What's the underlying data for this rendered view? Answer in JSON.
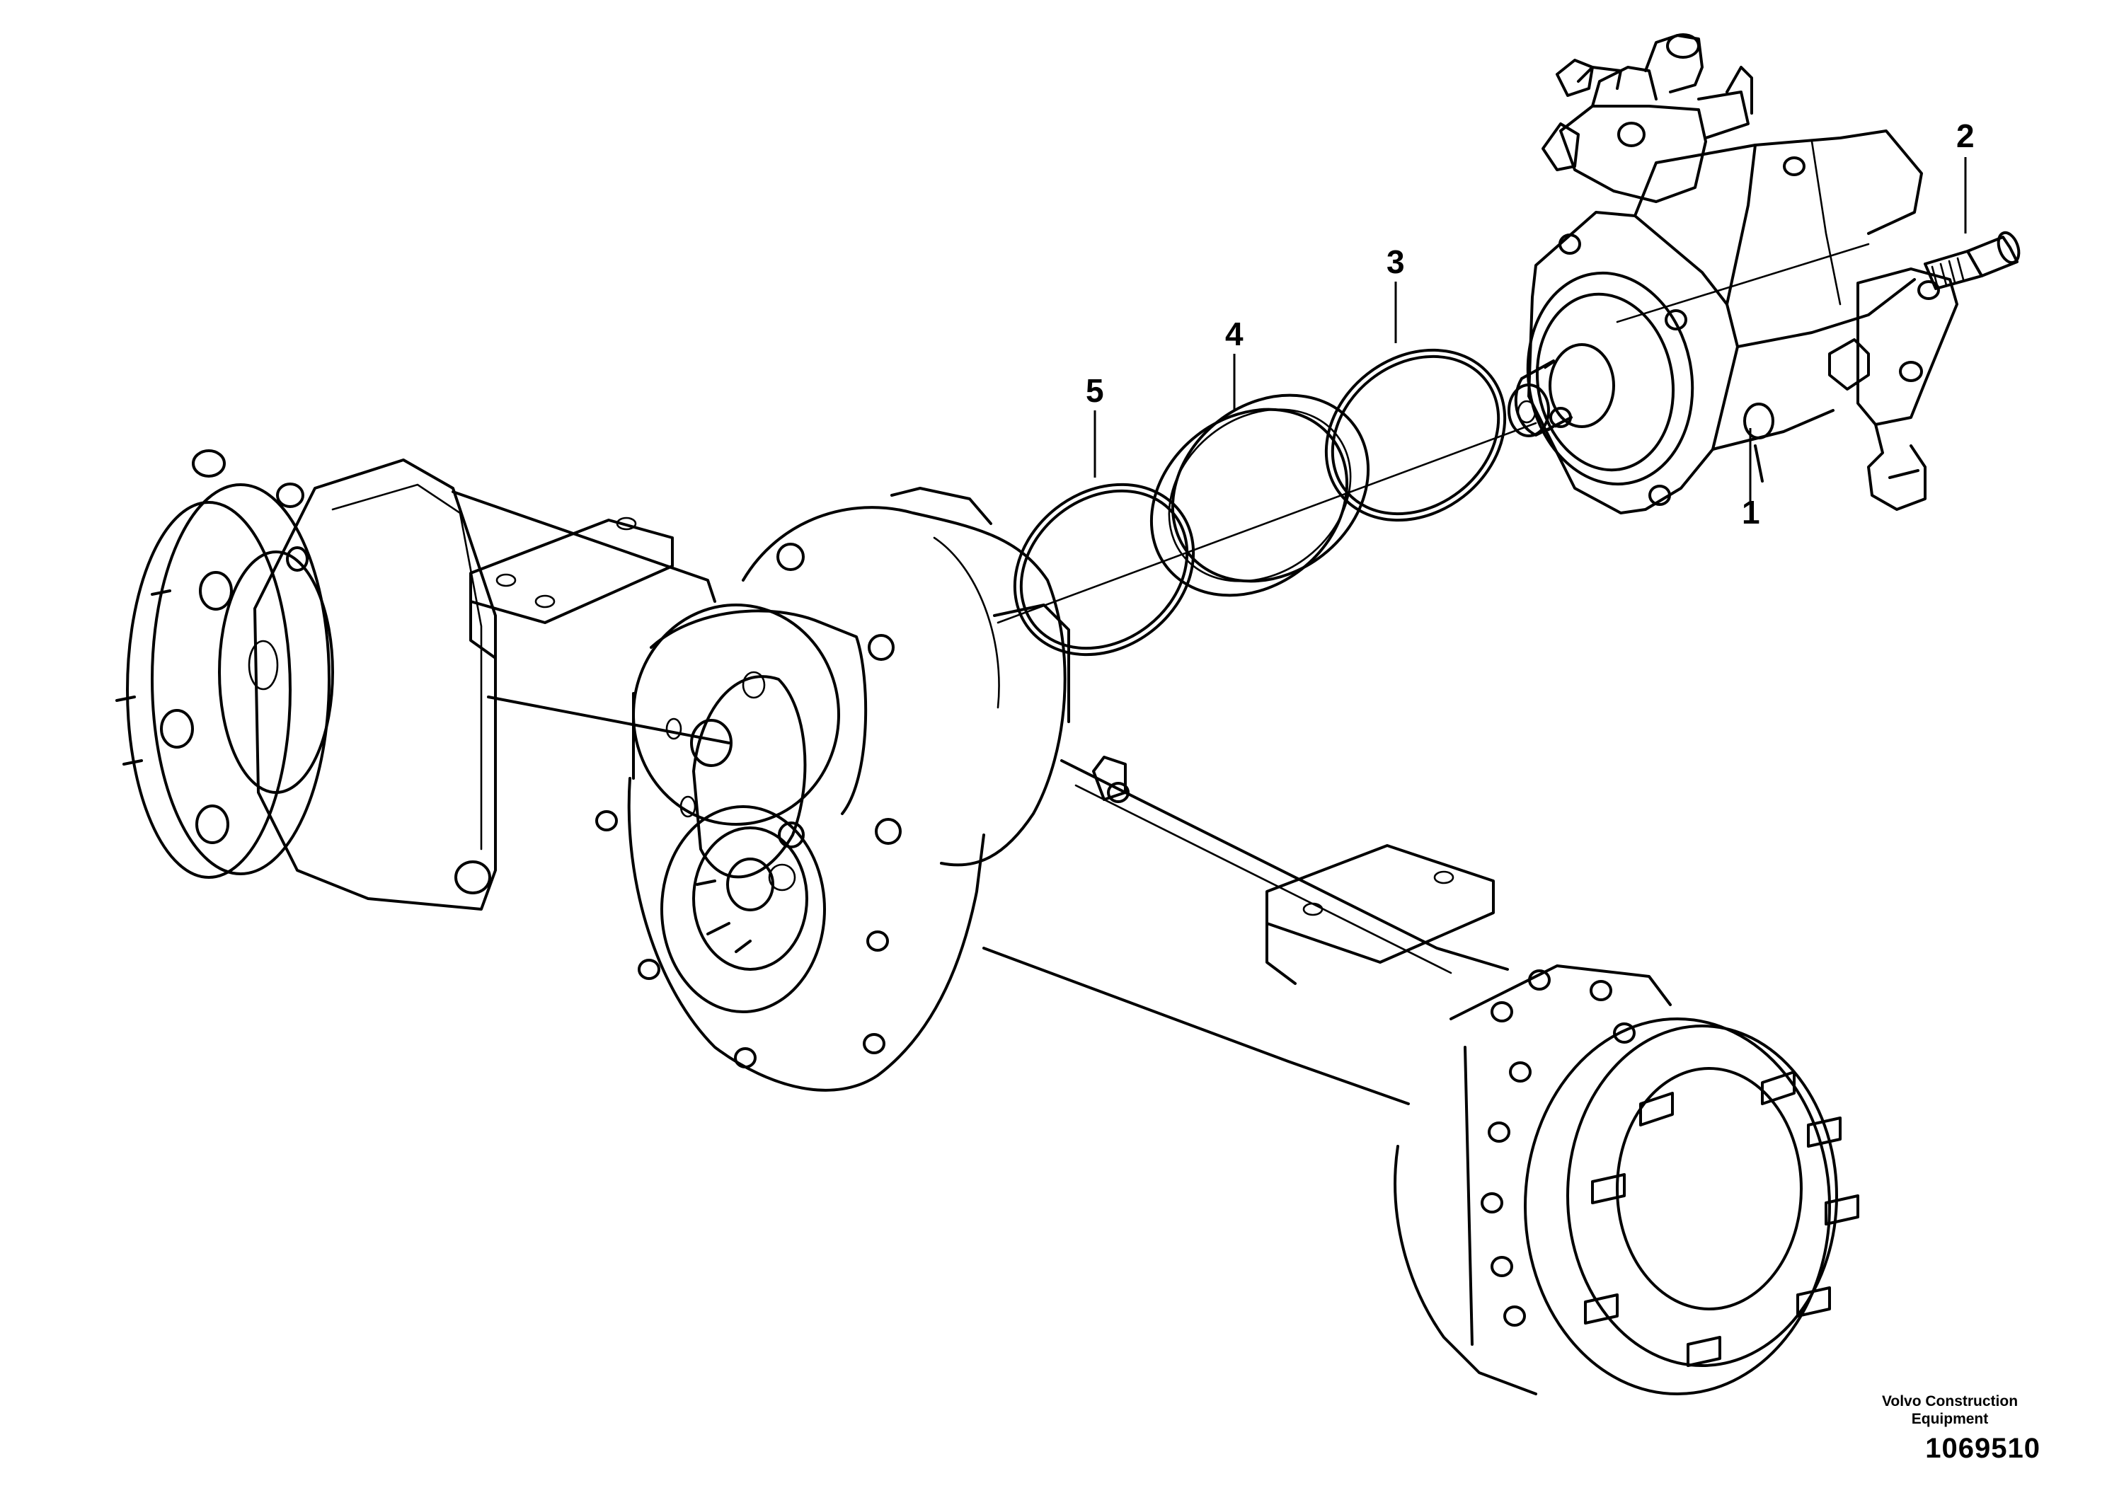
{
  "callouts": [
    {
      "number": "1"
    },
    {
      "number": "2"
    },
    {
      "number": "3"
    },
    {
      "number": "4"
    },
    {
      "number": "5"
    }
  ],
  "credit": {
    "line1": "Volvo Construction",
    "line2": "Equipment"
  },
  "document_number": "1069510"
}
